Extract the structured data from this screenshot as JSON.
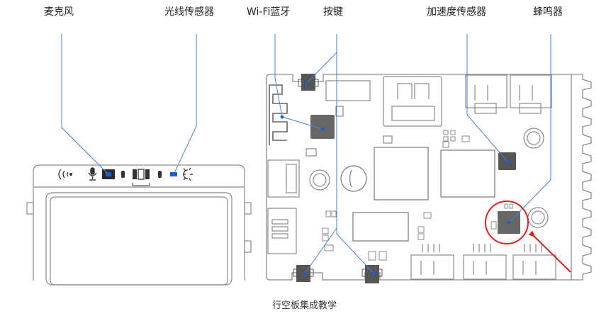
{
  "labels": {
    "mic": "麦克风",
    "light_sensor": "光线传感器",
    "wifi_bt": "Wi-Fi蓝牙",
    "button": "按键",
    "accel_sensor": "加速度传感器",
    "buzzer": "蜂鸣器"
  },
  "caption": "行空板集成教学",
  "colors": {
    "leader": "#4a7fd6",
    "dot": "#1a5fd0",
    "outline": "#8a8a8a",
    "chip": "#666666",
    "highlight": "#e02020"
  }
}
